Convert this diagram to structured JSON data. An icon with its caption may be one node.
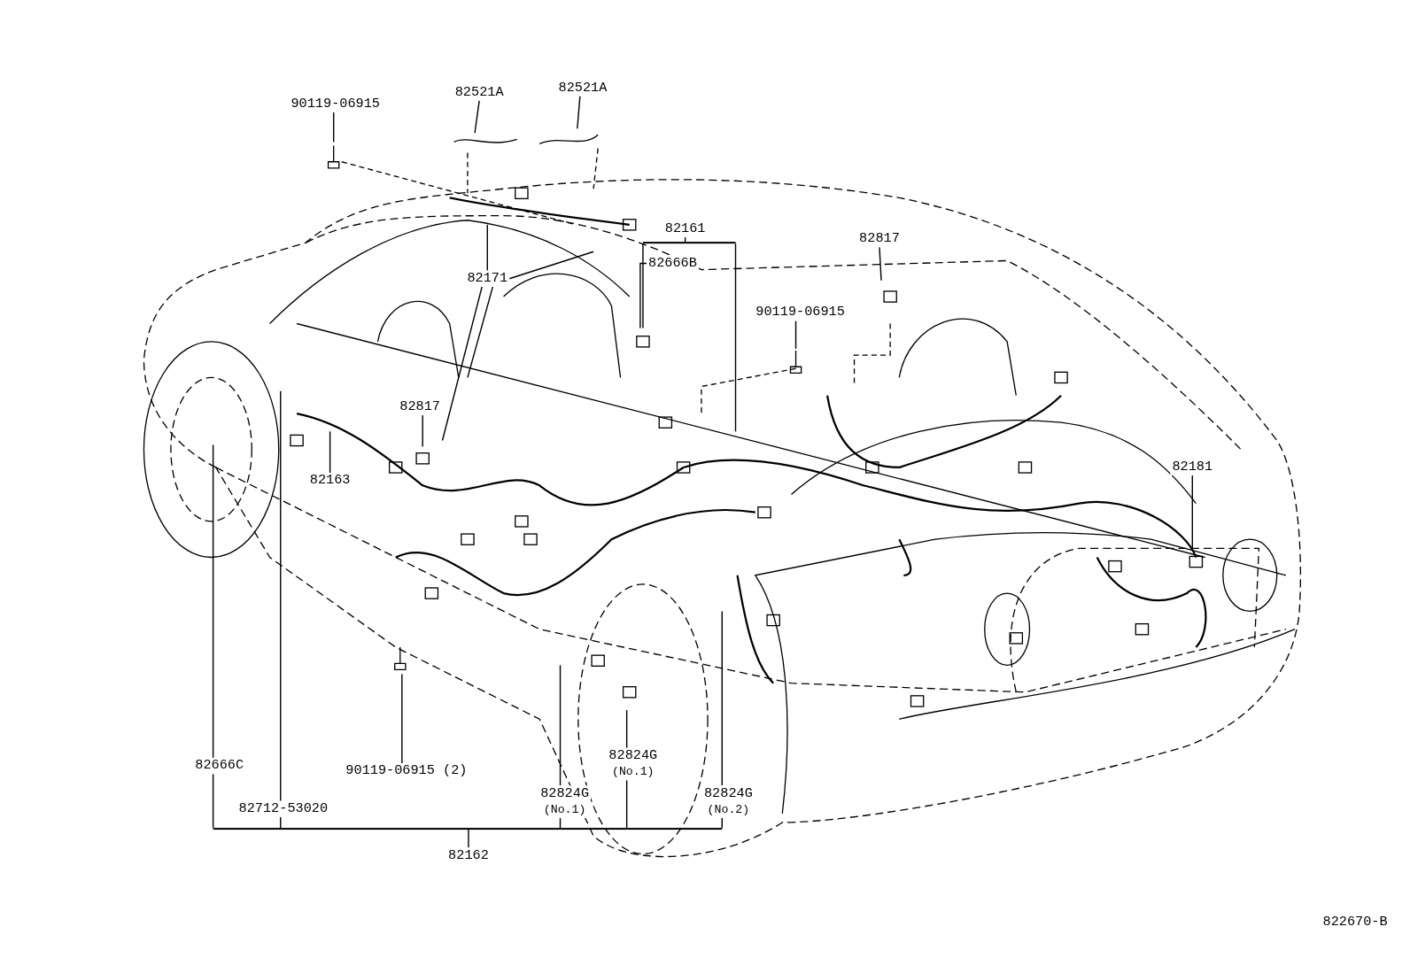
{
  "diagram": {
    "nodes": [
      {
        "text": [
          "90119-06915"
        ]
      },
      {
        "text": [
          "82521A"
        ]
      },
      {
        "text": [
          "82521A"
        ]
      },
      {
        "text": [
          "82161"
        ]
      },
      {
        "text": [
          "82817"
        ]
      },
      {
        "text": [
          "82171"
        ]
      },
      {
        "text": [
          "82666B"
        ]
      },
      {
        "text": [
          "90119-06915"
        ]
      },
      {
        "text": [
          "82817"
        ]
      },
      {
        "text": [
          "82163"
        ]
      },
      {
        "text": [
          "82181"
        ]
      },
      {
        "text": [
          "90119-06915 (2)"
        ]
      },
      {
        "text": [
          "82666C"
        ]
      },
      {
        "text": [
          "82712-53020"
        ]
      },
      {
        "text": [
          "82824G",
          "(No.1)"
        ]
      },
      {
        "text": [
          "82824G",
          "(No.1)"
        ]
      },
      {
        "text": [
          "82824G",
          "(No.2)"
        ]
      },
      {
        "text": [
          "82162"
        ]
      },
      {
        "text": [],
        "shape": "bar"
      },
      {
        "text": [],
        "shape": "bar"
      }
    ],
    "edges": [
      {
        "from": 0,
        "to": null,
        "arrow": "none"
      },
      {
        "from": 1,
        "to": null,
        "arrow": "none"
      },
      {
        "from": 2,
        "to": null,
        "arrow": "none"
      },
      {
        "from": 3,
        "to": 19,
        "arrow": "none"
      },
      {
        "from": 19,
        "to": null,
        "arrow": "none"
      },
      {
        "from": 19,
        "to": null,
        "arrow": "none"
      },
      {
        "from": 4,
        "to": null,
        "arrow": "none"
      },
      {
        "from": 5,
        "to": null,
        "arrow": "none"
      },
      {
        "from": 5,
        "to": null,
        "arrow": "none"
      },
      {
        "from": 5,
        "to": null,
        "arrow": "none"
      },
      {
        "from": 5,
        "to": null,
        "arrow": "none"
      },
      {
        "from": 6,
        "to": null,
        "arrow": "none"
      },
      {
        "from": 7,
        "to": null,
        "arrow": "none"
      },
      {
        "from": 8,
        "to": null,
        "arrow": "none"
      },
      {
        "from": 9,
        "to": null,
        "arrow": "none"
      },
      {
        "from": 10,
        "to": null,
        "arrow": "none"
      },
      {
        "from": 11,
        "to": null,
        "arrow": "none"
      },
      {
        "from": 12,
        "to": null,
        "arrow": "none"
      },
      {
        "from": 12,
        "to": 18,
        "arrow": "none"
      },
      {
        "from": 13,
        "to": null,
        "arrow": "none"
      },
      {
        "from": 13,
        "to": 18,
        "arrow": "none"
      },
      {
        "from": 14,
        "to": null,
        "arrow": "none"
      },
      {
        "from": 14,
        "to": 18,
        "arrow": "none"
      },
      {
        "from": 15,
        "to": null,
        "arrow": "none"
      },
      {
        "from": 15,
        "to": 18,
        "arrow": "none"
      },
      {
        "from": 16,
        "to": null,
        "arrow": "none"
      },
      {
        "from": 16,
        "to": 18,
        "arrow": "none"
      },
      {
        "from": 17,
        "to": 18,
        "arrow": "none"
      }
    ],
    "labels": [
      "822670-B"
    ]
  }
}
